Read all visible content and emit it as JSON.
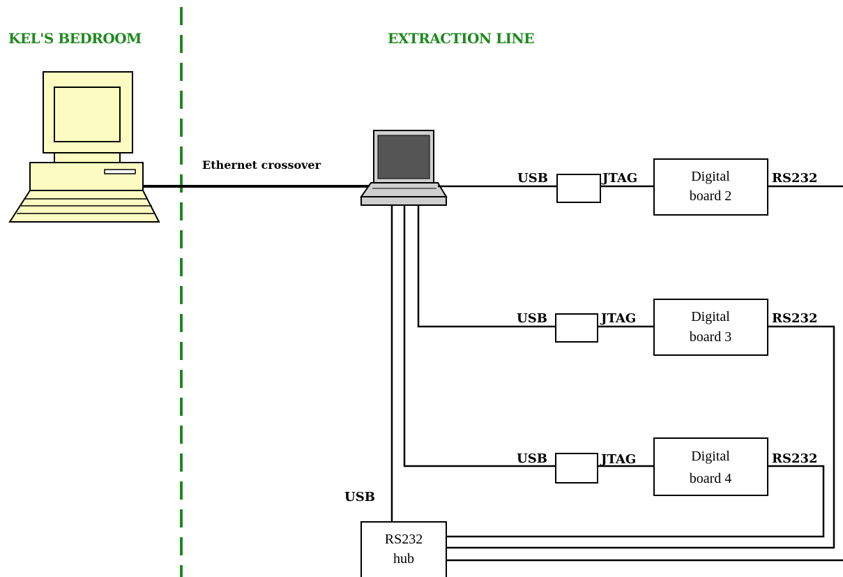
{
  "colors": {
    "region_label": "#1e8a1e",
    "divider": "#1e8a1e",
    "computer_body": "#fbfbc2",
    "laptop_body": "#cfcfcf",
    "laptop_screen": "#555555",
    "wire": "#000000"
  },
  "regions": {
    "left_title": "KEL'S BEDROOM",
    "right_title": "EXTRACTION LINE"
  },
  "connections": {
    "ethernet_label": "Ethernet crossover"
  },
  "chains": [
    {
      "usb": "USB",
      "jtag": "JTAG",
      "board_line1": "Digital",
      "board_line2": "board 2",
      "rs232": "RS232"
    },
    {
      "usb": "USB",
      "jtag": "JTAG",
      "board_line1": "Digital",
      "board_line2": "board 3",
      "rs232": "RS232"
    },
    {
      "usb": "USB",
      "jtag": "JTAG",
      "board_line1": "Digital",
      "board_line2": "board 4",
      "rs232": "RS232"
    }
  ],
  "hub": {
    "usb_label": "USB",
    "line1": "RS232",
    "line2": "hub"
  },
  "icons": {
    "desktop": "desktop-computer-icon",
    "laptop": "laptop-icon"
  }
}
